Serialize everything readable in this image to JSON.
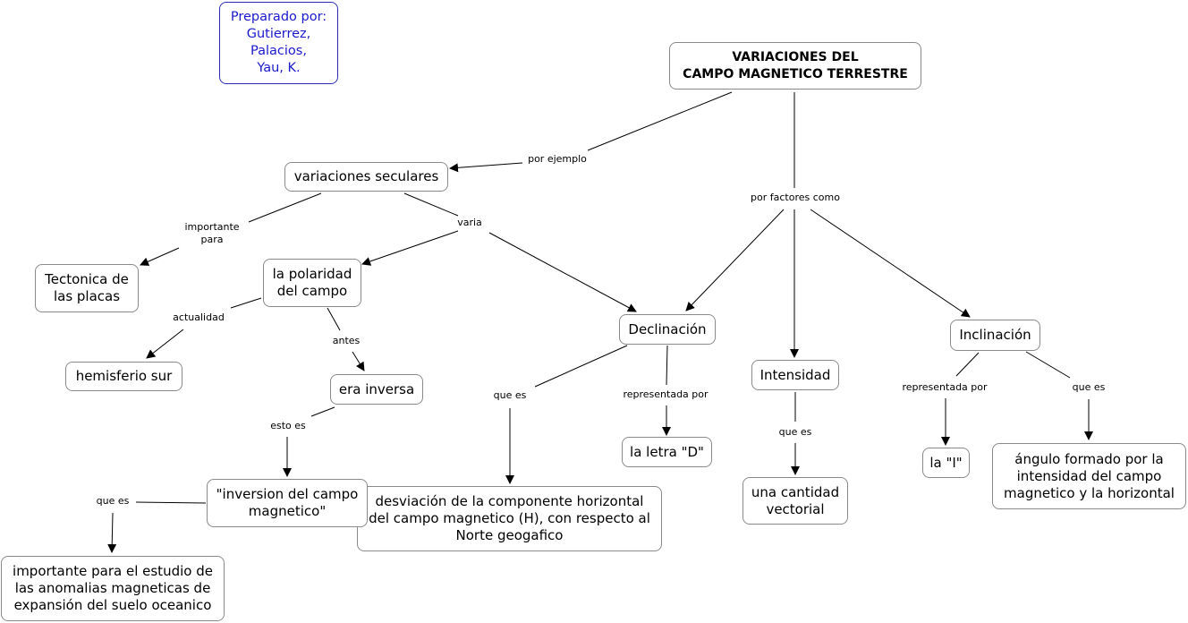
{
  "map": {
    "author_box": "Preparado por:\nGutierrez,\nPalacios,\nYau, K.",
    "root": "VARIACIONES DEL\nCAMPO MAGNETICO TERRESTRE",
    "concepts": {
      "variaciones_seculares": "variaciones seculares",
      "tectonica": "Tectonica de\nlas placas",
      "polaridad": "la polaridad\ndel campo",
      "hemisferio": "hemisferio sur",
      "era_inversa": "era inversa",
      "inversion": "\"inversion del campo\nmagnetico\"",
      "importante_estudio": "importante para el estudio de\nlas anomalias magneticas de\nexpansión del suelo oceanico",
      "declinacion": "Declinación",
      "desviacion": "desviación de la componente horizontal\ndel campo magnetico (H), con respecto al\nNorte geogafico",
      "letra_d": "la letra \"D\"",
      "intensidad": "Intensidad",
      "cantidad_vectorial": "una cantidad\nvectorial",
      "inclinacion": "Inclinación",
      "la_i": "la \"I\"",
      "angulo": "ángulo formado por la\nintensidad del campo\nmagnetico y la horizontal"
    },
    "links": {
      "por_ejemplo": "por ejemplo",
      "por_factores_como": "por factores como",
      "importante_para": "importante\npara",
      "varia": "varia",
      "actualidad": "actualidad",
      "antes": "antes",
      "esto_es": "esto es",
      "que_es_inversion": "que es",
      "que_es_declinacion": "que es",
      "representada_por_d": "representada por",
      "que_es_intensidad": "que es",
      "representada_por_i": "representada por",
      "que_es_inclinacion": "que es"
    },
    "colors": {
      "author_text": "#1a1acc",
      "author_border": "#2b2bb5",
      "node_border": "#8a8a8a",
      "line": "#000000"
    }
  }
}
